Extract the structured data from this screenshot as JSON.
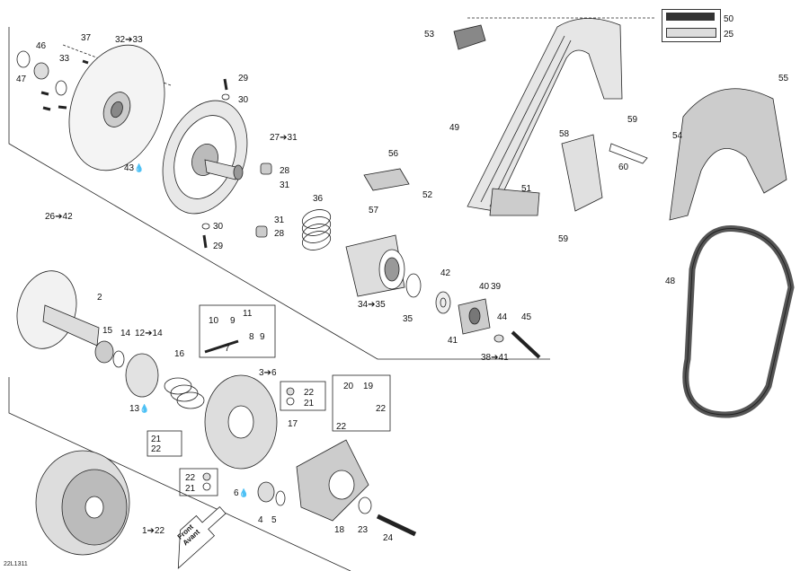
{
  "diagram": {
    "drawing_code": "22L1311",
    "front_label": [
      "Front",
      "Avant"
    ],
    "callouts": [
      {
        "id": "c47",
        "text": "47"
      },
      {
        "id": "c46",
        "text": "46"
      },
      {
        "id": "c33a",
        "text": "33"
      },
      {
        "id": "c37",
        "text": "37"
      },
      {
        "id": "c32to33",
        "text": "32➔33"
      },
      {
        "id": "c43",
        "text": "43"
      },
      {
        "id": "c26to42",
        "text": "26➔42"
      },
      {
        "id": "c29a",
        "text": "29"
      },
      {
        "id": "c30a",
        "text": "30"
      },
      {
        "id": "c27to31",
        "text": "27➔31"
      },
      {
        "id": "c28a",
        "text": "28"
      },
      {
        "id": "c31a",
        "text": "31"
      },
      {
        "id": "c30b",
        "text": "30"
      },
      {
        "id": "c29b",
        "text": "29"
      },
      {
        "id": "c31b",
        "text": "31"
      },
      {
        "id": "c28b",
        "text": "28"
      },
      {
        "id": "c36",
        "text": "36"
      },
      {
        "id": "c34to35",
        "text": "34➔35"
      },
      {
        "id": "c35",
        "text": "35"
      },
      {
        "id": "c42",
        "text": "42"
      },
      {
        "id": "c40",
        "text": "40"
      },
      {
        "id": "c39",
        "text": "39"
      },
      {
        "id": "c44",
        "text": "44"
      },
      {
        "id": "c45",
        "text": "45"
      },
      {
        "id": "c41",
        "text": "41"
      },
      {
        "id": "c38to41",
        "text": "38➔41"
      },
      {
        "id": "c56",
        "text": "56"
      },
      {
        "id": "c57",
        "text": "57"
      },
      {
        "id": "c52",
        "text": "52"
      },
      {
        "id": "c53",
        "text": "53"
      },
      {
        "id": "c49",
        "text": "49"
      },
      {
        "id": "c51",
        "text": "51"
      },
      {
        "id": "c50",
        "text": "50"
      },
      {
        "id": "c25",
        "text": "25"
      },
      {
        "id": "c58",
        "text": "58"
      },
      {
        "id": "c59a",
        "text": "59"
      },
      {
        "id": "c60",
        "text": "60"
      },
      {
        "id": "c59b",
        "text": "59"
      },
      {
        "id": "c55",
        "text": "55"
      },
      {
        "id": "c54",
        "text": "54"
      },
      {
        "id": "c48",
        "text": "48"
      },
      {
        "id": "c2",
        "text": "2"
      },
      {
        "id": "c15",
        "text": "15"
      },
      {
        "id": "c14",
        "text": "14"
      },
      {
        "id": "c12to14",
        "text": "12➔14"
      },
      {
        "id": "c13",
        "text": "13"
      },
      {
        "id": "c16",
        "text": "16"
      },
      {
        "id": "c10",
        "text": "10"
      },
      {
        "id": "c9a",
        "text": "9"
      },
      {
        "id": "c11",
        "text": "11"
      },
      {
        "id": "c8",
        "text": "8"
      },
      {
        "id": "c9b",
        "text": "9"
      },
      {
        "id": "c7",
        "text": "7"
      },
      {
        "id": "c3to6",
        "text": "3➔6"
      },
      {
        "id": "c22a",
        "text": "22"
      },
      {
        "id": "c21a",
        "text": "21"
      },
      {
        "id": "c17",
        "text": "17"
      },
      {
        "id": "c21b",
        "text": "21"
      },
      {
        "id": "c22b",
        "text": "22"
      },
      {
        "id": "c22c",
        "text": "22"
      },
      {
        "id": "c21c",
        "text": "21"
      },
      {
        "id": "c6",
        "text": "6"
      },
      {
        "id": "c4",
        "text": "4"
      },
      {
        "id": "c5",
        "text": "5"
      },
      {
        "id": "c20",
        "text": "20"
      },
      {
        "id": "c19",
        "text": "19"
      },
      {
        "id": "c22d",
        "text": "22"
      },
      {
        "id": "c22e",
        "text": "22"
      },
      {
        "id": "c18",
        "text": "18"
      },
      {
        "id": "c23",
        "text": "23"
      },
      {
        "id": "c24",
        "text": "24"
      },
      {
        "id": "c1to22",
        "text": "1➔22"
      }
    ]
  }
}
